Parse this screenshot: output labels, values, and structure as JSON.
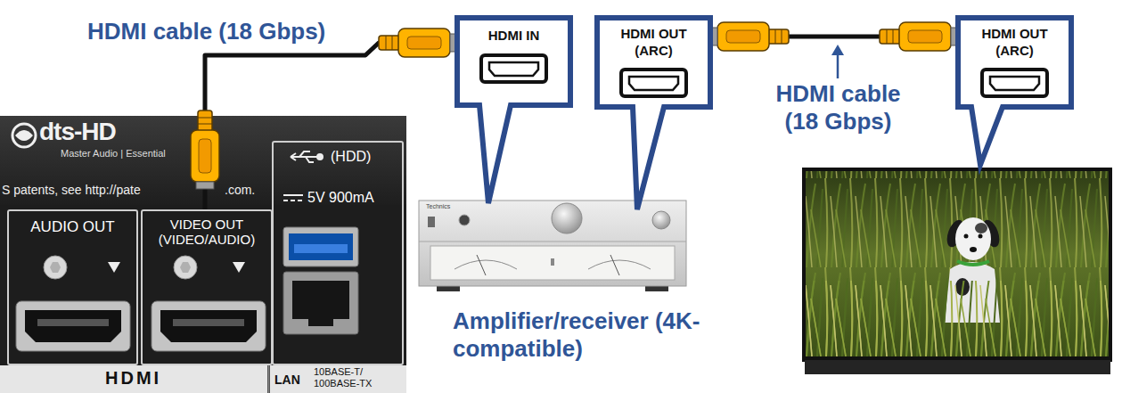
{
  "diagram": {
    "nodes": [
      {
        "text": [
          "HDMI IN"
        ]
      },
      {
        "text": [
          "HDMI OUT (ARC)"
        ]
      },
      {
        "text": [
          "HDMI OUT (ARC)"
        ]
      },
      {
        "text": [
          "AUDIO OUT"
        ]
      },
      {
        "text": [
          "VIDEO OUT (VIDEO/AUDIO)"
        ]
      },
      {
        "text": [
          "(HDD)",
          "5V 900mA"
        ]
      }
    ],
    "edges": [
      {
        "from": 4,
        "to": 0,
        "arrow": "none",
        "label": "HDMI cable (18 Gbps)"
      },
      {
        "from": 1,
        "to": 2,
        "arrow": "none",
        "label": "HDMI cable (18 Gbps)"
      }
    ],
    "labels": [
      "Amplifier/receiver (4K-compatible)",
      "dts-HD",
      "Master Audio | Essential",
      "S patents, see http://pate",
      ".com.",
      "HDMI",
      "LAN",
      "10BASE-T/ 100BASE-TX",
      "Technics"
    ]
  }
}
